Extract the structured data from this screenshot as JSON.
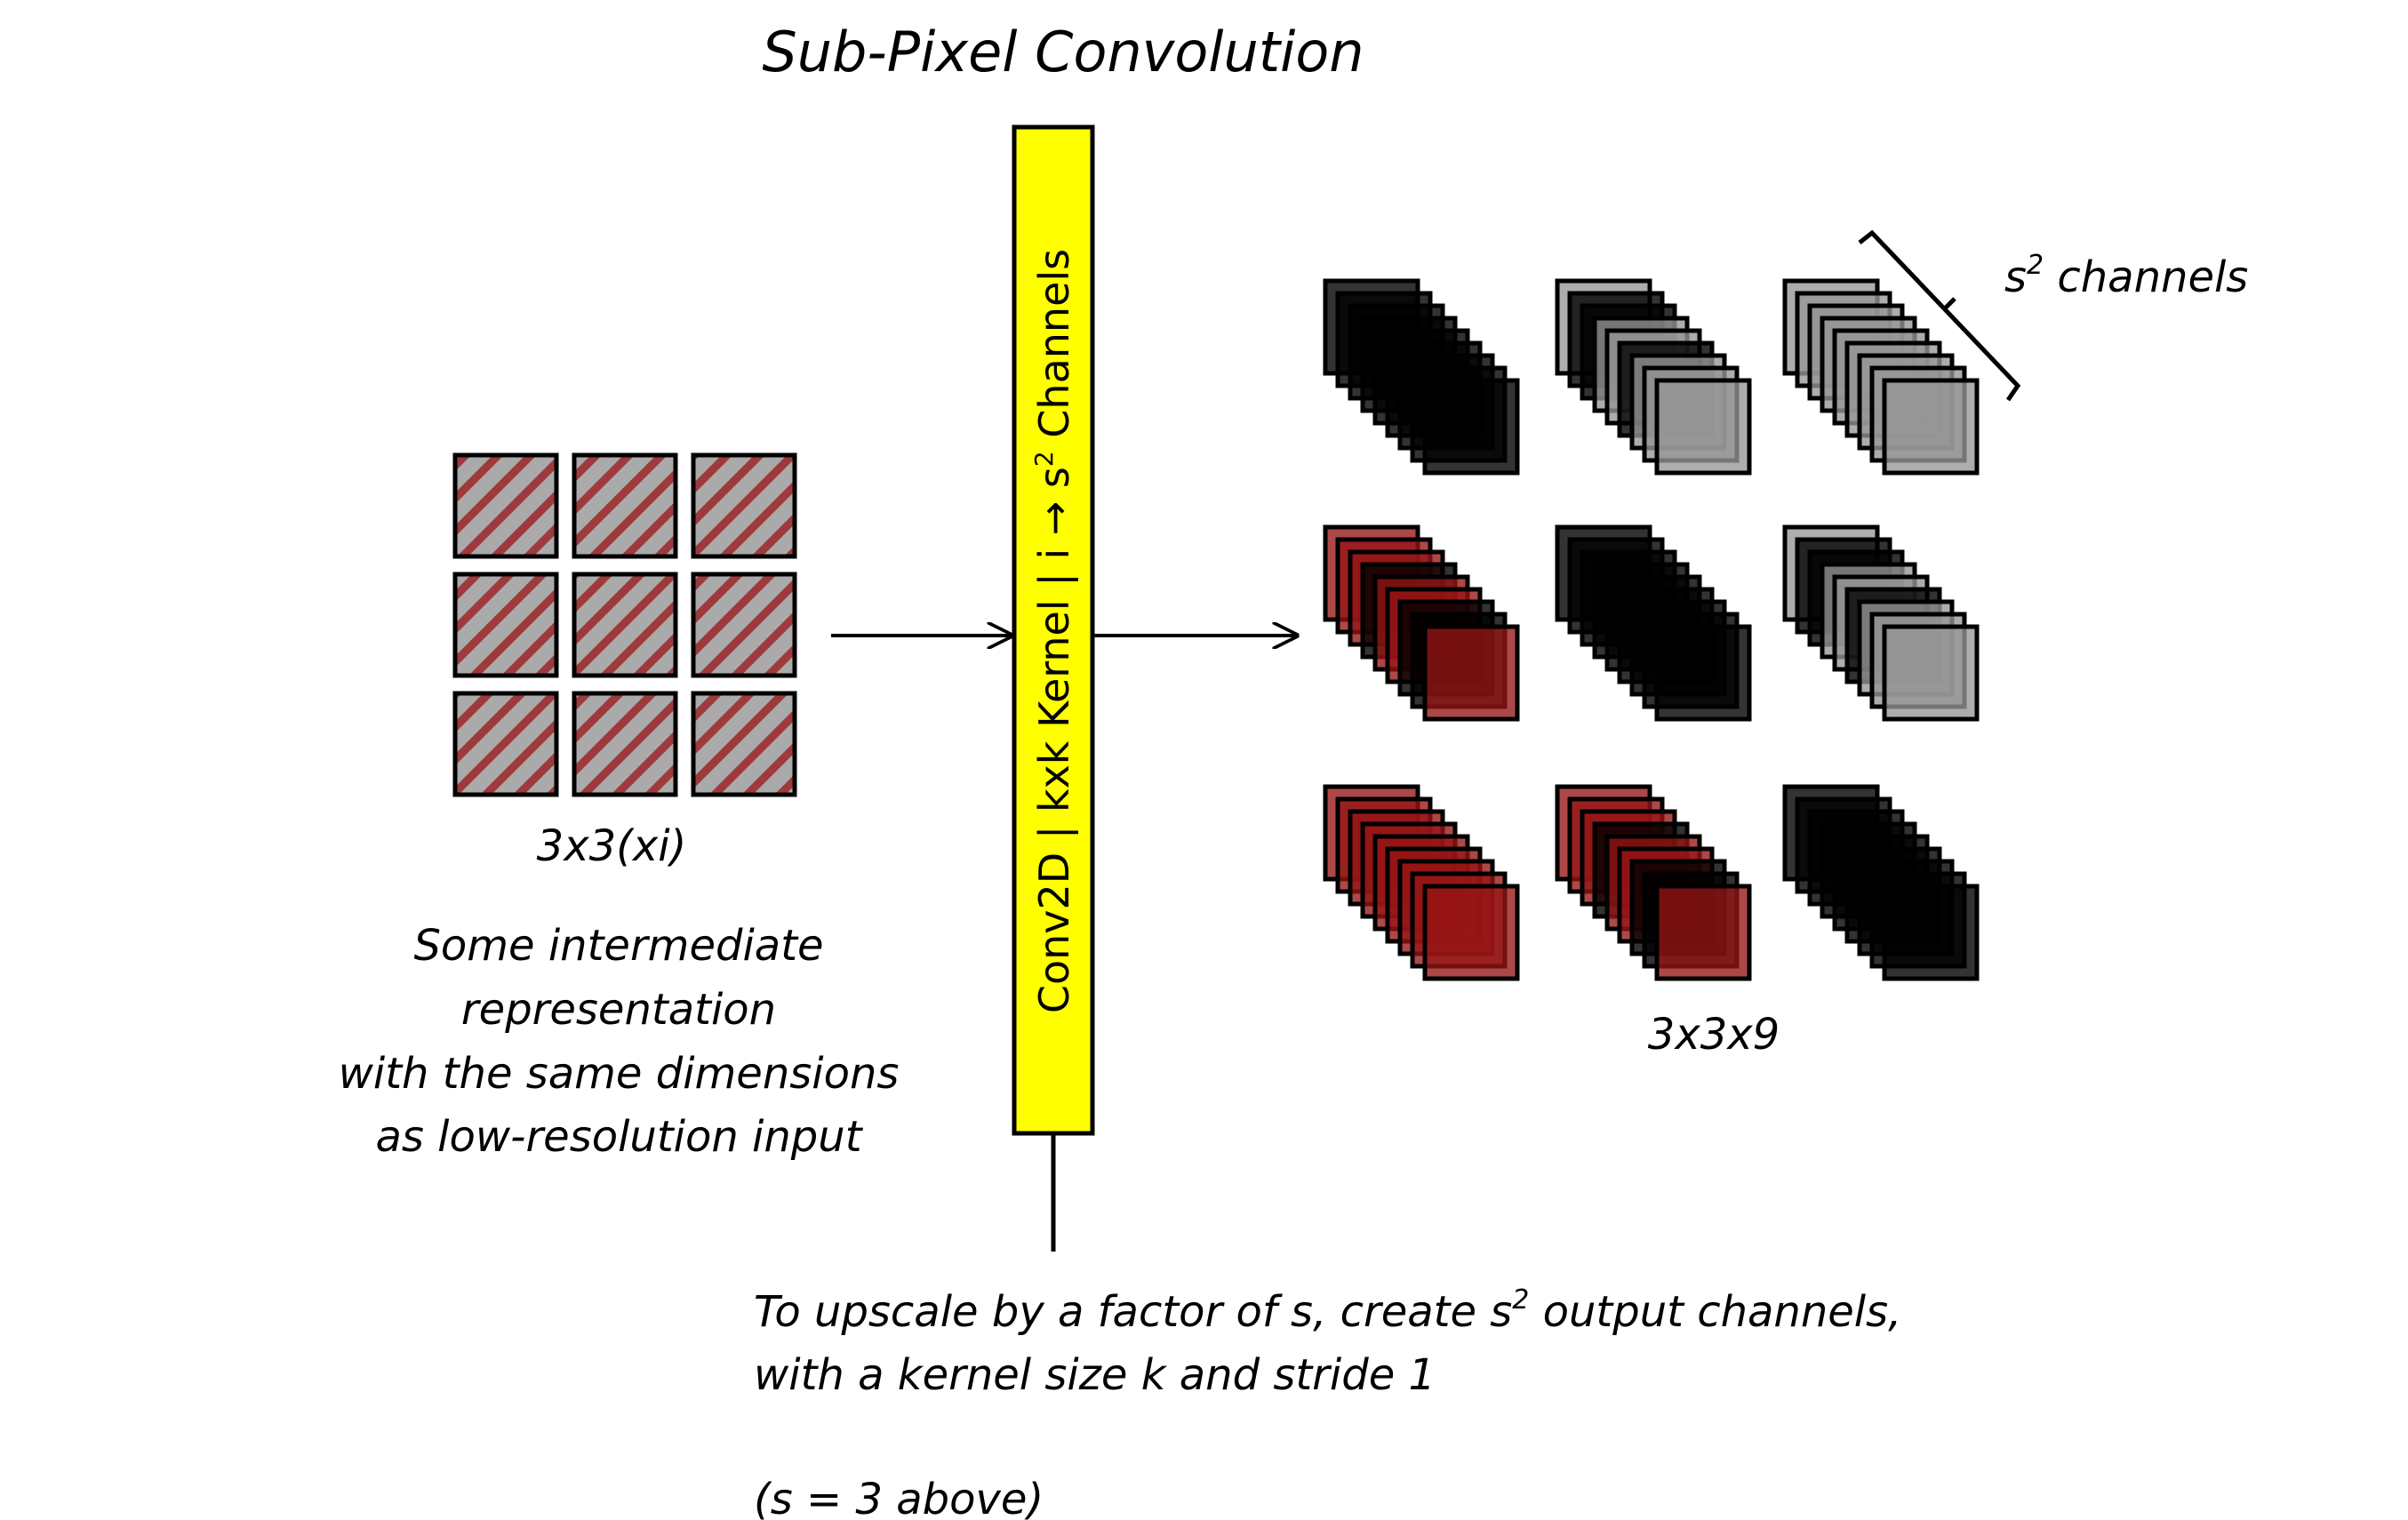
{
  "title": "Sub-Pixel Convolution",
  "input": {
    "grid_rows": 3,
    "grid_cols": 3,
    "cell_fill": "#aaaaaa",
    "stripe_color": "#9e3a3c",
    "label": "3x3(xi)",
    "description": [
      "Some intermediate",
      "representation",
      "with the same dimensions",
      "as low-resolution input"
    ]
  },
  "conv_block": {
    "label_main": "Conv2D | kxk Kernel | i → s",
    "label_sup": "2",
    "label_tail": " Channels",
    "fill": "#ffff00"
  },
  "output": {
    "label": "3x3x9",
    "channels_per_stack": 9,
    "bracket_label_base": "s",
    "bracket_label_sup": "2",
    "bracket_label_tail": " channels",
    "palette": {
      "R": "rgba(150,20,20,0.78)",
      "K": "rgba(0,0,0,0.8)",
      "L": "rgba(150,150,150,0.78)"
    },
    "stacks": [
      [
        "K",
        "K",
        "K",
        "K",
        "K",
        "K",
        "K",
        "K",
        "K"
      ],
      [
        "L",
        "K",
        "K",
        "L",
        "L",
        "K",
        "L",
        "L",
        "L"
      ],
      [
        "L",
        "L",
        "L",
        "L",
        "L",
        "L",
        "L",
        "L",
        "L"
      ],
      [
        "R",
        "R",
        "R",
        "K",
        "R",
        "R",
        "K",
        "K",
        "R"
      ],
      [
        "K",
        "K",
        "K",
        "K",
        "K",
        "K",
        "K",
        "K",
        "K"
      ],
      [
        "L",
        "K",
        "K",
        "L",
        "L",
        "K",
        "L",
        "L",
        "L"
      ],
      [
        "R",
        "R",
        "R",
        "R",
        "R",
        "R",
        "R",
        "R",
        "R"
      ],
      [
        "R",
        "R",
        "R",
        "K",
        "R",
        "R",
        "K",
        "K",
        "R"
      ],
      [
        "K",
        "K",
        "K",
        "K",
        "K",
        "K",
        "K",
        "K",
        "K"
      ]
    ]
  },
  "note": {
    "line1_pre": "To upscale by a factor of s, create s",
    "line1_sup": "2",
    "line1_post": " output channels,",
    "line2": "with a kernel size k and stride 1",
    "line3": "(s = 3 above)"
  }
}
